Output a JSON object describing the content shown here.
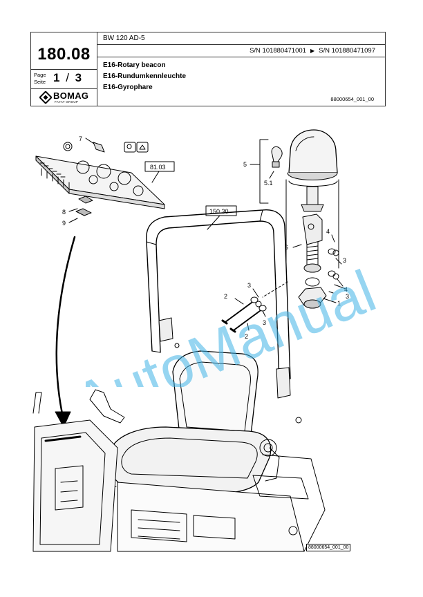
{
  "header": {
    "model": "BW 120 AD-5",
    "doc_number": "180.08",
    "serial_from": "S/N 101880471001",
    "serial_arrow": "▶",
    "serial_to": "S/N 101880471097",
    "title_en": "E16-Rotary beacon",
    "title_de": "E16-Rundumkennleuchte",
    "title_fr": "E16-Gyrophare",
    "page_label_en": "Page",
    "page_label_de": "Seite",
    "page_current": "1",
    "page_sep": "/",
    "page_total": "3",
    "logo_text": "BOMAG",
    "logo_subtext": "FAYAT GROUP",
    "drawing_code": "88000654_001_00"
  },
  "drawing": {
    "ref_box_1": "81.03",
    "ref_box_2": "150.30",
    "callouts": [
      "7",
      "8",
      "9",
      "5",
      "5.1",
      "6",
      "4",
      "4",
      "3",
      "3",
      "3",
      "2",
      "2",
      "1",
      "3"
    ],
    "figure_code": "88000654_001_00"
  },
  "watermark": "AutoManual",
  "colors": {
    "watermark": "#3fb3e6",
    "line": "#000000"
  }
}
